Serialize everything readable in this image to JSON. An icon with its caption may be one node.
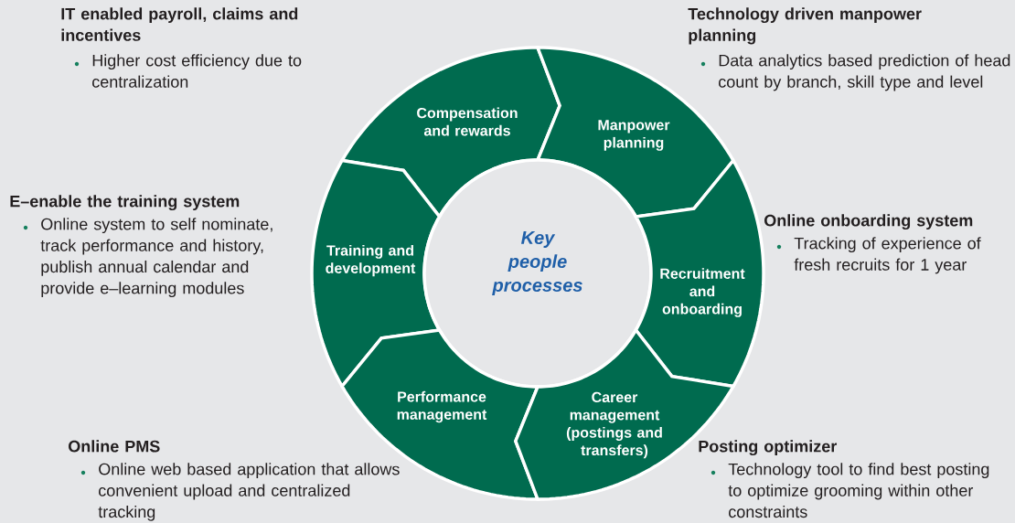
{
  "diagram": {
    "nodes": [
      {
        "text": [
          "Compensation and rewards"
        ]
      },
      {
        "text": [
          "Manpower planning"
        ]
      },
      {
        "text": [
          "Training and development"
        ]
      },
      {
        "text": [
          "Key people processes"
        ]
      },
      {
        "text": [
          "Recruitment and onboarding"
        ]
      },
      {
        "text": [
          "Performance management"
        ]
      },
      {
        "text": [
          "Career management (postings and transfers)"
        ]
      }
    ],
    "labels": [
      "IT enabled payroll, claims and incentives",
      "Higher cost efficiency due to centralization",
      "Technology driven manpower planning",
      "Data analytics based prediction of head count by branch, skill type and level",
      "E–enable the training system",
      "Online system to self nominate, track performance and history, publish annual calendar and provide e–learning modules",
      "Online onboarding system",
      "Tracking of experience of fresh recruits for 1 year",
      "Online PMS",
      "Online web based application that allows convenient upload and centralized tracking",
      "Posting optimizer",
      "Technology tool to find best posting to optimize grooming within other constraints"
    ]
  }
}
